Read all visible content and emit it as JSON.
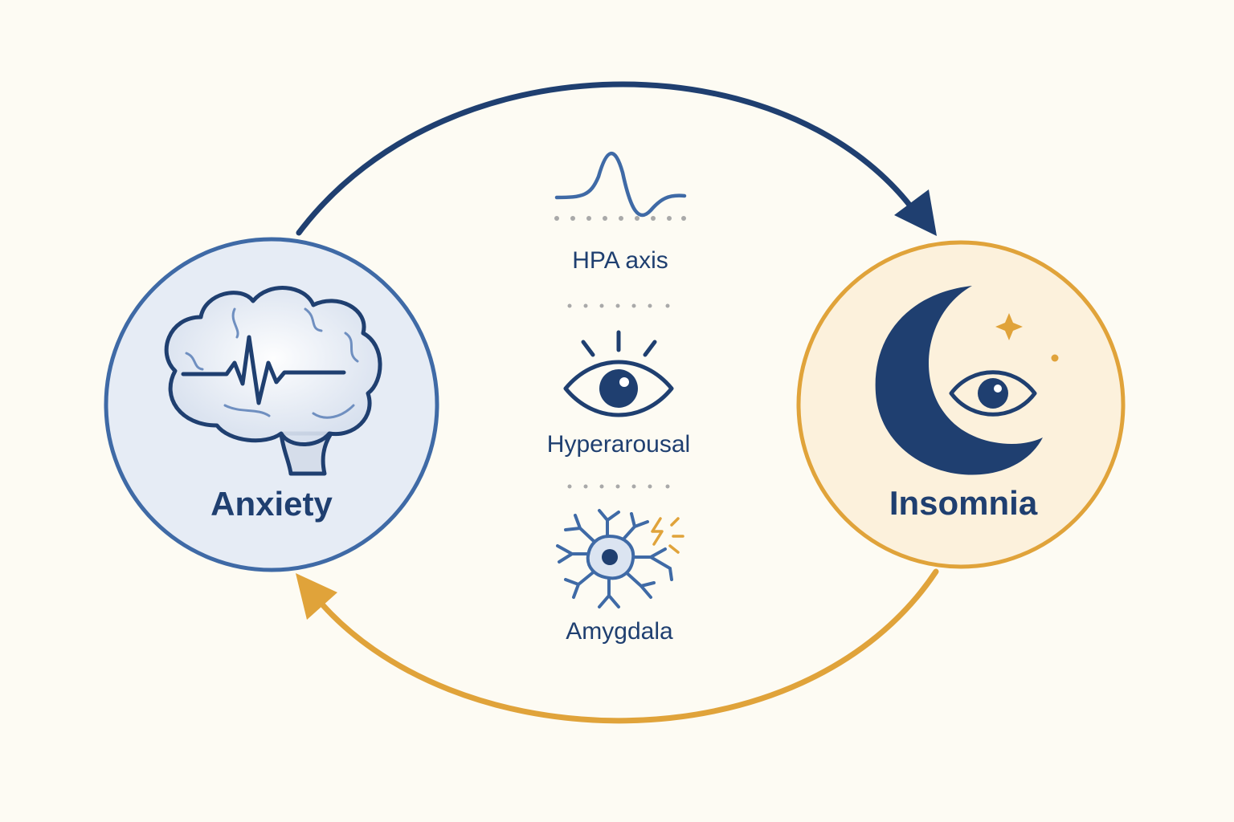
{
  "colors": {
    "background": "#fdfbf3",
    "navy": "#1f3f70",
    "blue": "#3f6aa6",
    "light_blue_fill": "#e6ecf5",
    "gold": "#e0a33a",
    "cream_fill": "#fcf1dc",
    "dot_gray": "#a9a9a9"
  },
  "nodes": {
    "anxiety": {
      "label": "Anxiety",
      "icon": "brain-icon"
    },
    "insomnia": {
      "label": "Insomnia",
      "icon": "moon-eye-icon"
    }
  },
  "arrows": {
    "top": {
      "from": "Anxiety",
      "to": "Insomnia",
      "color": "#1f3f70"
    },
    "bottom": {
      "from": "Insomnia",
      "to": "Anxiety",
      "color": "#e0a33a"
    }
  },
  "mechanisms": [
    {
      "label": "HPA axis",
      "icon": "hormone-wave-icon"
    },
    {
      "label": "Hyperarousal",
      "icon": "open-eye-icon"
    },
    {
      "label": "Amygdala",
      "icon": "neuron-icon"
    }
  ]
}
